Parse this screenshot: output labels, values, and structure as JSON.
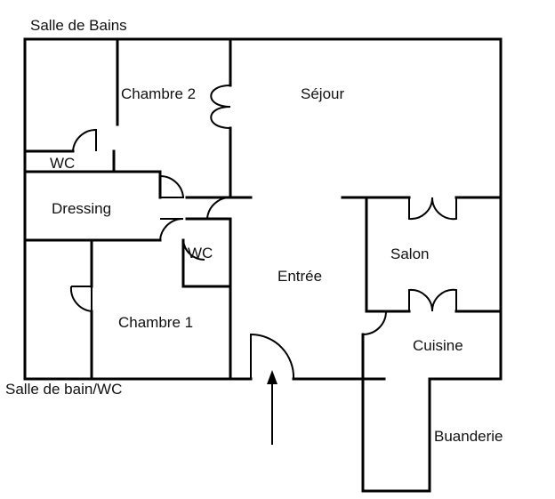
{
  "plan": {
    "labels": {
      "salle_de_bains": "Salle de Bains",
      "chambre_2": "Chambre 2",
      "sejour": "Séjour",
      "wc_top": "WC",
      "dressing": "Dressing",
      "wc_mid": "WC",
      "salon": "Salon",
      "entree": "Entrée",
      "chambre_1": "Chambre 1",
      "cuisine": "Cuisine",
      "salle_de_bain_wc": "Salle de bain/WC",
      "buanderie": "Buanderie"
    }
  }
}
